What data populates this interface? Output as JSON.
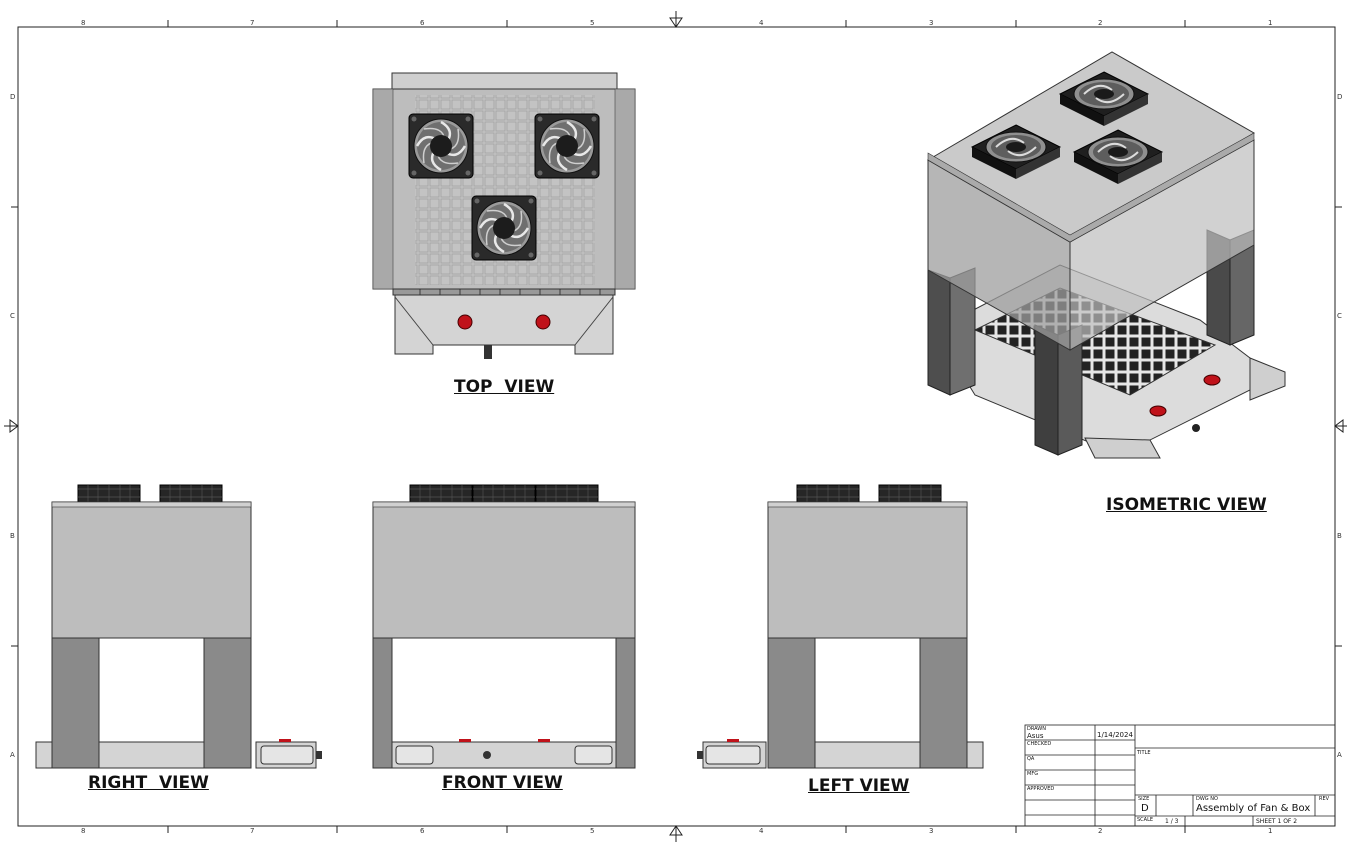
{
  "views": {
    "top": "TOP  VIEW",
    "isometric": "ISOMETRIC VIEW",
    "right": "RIGHT  VIEW",
    "front": "FRONT VIEW",
    "left": "LEFT VIEW"
  },
  "zones": {
    "columns": [
      "8",
      "7",
      "6",
      "5",
      "4",
      "3",
      "2",
      "1"
    ],
    "rows": [
      "D",
      "C",
      "B",
      "A"
    ]
  },
  "title_block": {
    "drawn_label": "DRAWN",
    "drawn_by": "Asus",
    "drawn_date": "1/14/2024",
    "checked_label": "CHECKED",
    "qa_label": "QA",
    "mfg_label": "MFG",
    "approved_label": "APPROVED",
    "title_label": "TITLE",
    "size_label": "SIZE",
    "size_value": "D",
    "dwg_no_label": "DWG NO",
    "dwg_no_value": "Assembly of Fan & Box",
    "rev_label": "REV",
    "scale_label": "SCALE",
    "scale_value": "1 / 3",
    "sheet_value": "SHEET 1  OF 2"
  },
  "colors": {
    "line": "#222222",
    "box_fill": "#bdbdbd",
    "leg_fill": "#8a8a8a",
    "fan_fill": "#2a2a2a",
    "button_red": "#c0121a"
  }
}
